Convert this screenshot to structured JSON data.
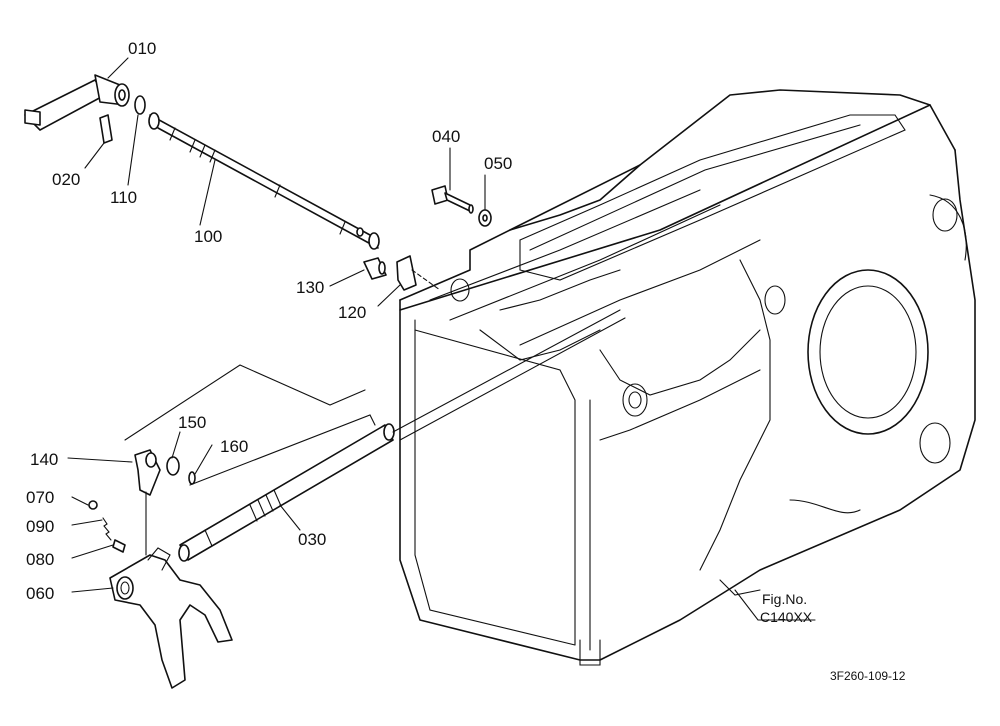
{
  "callouts": {
    "c010": "010",
    "c020": "020",
    "c110": "110",
    "c100": "100",
    "c040": "040",
    "c050": "050",
    "c130": "130",
    "c120": "120",
    "c150": "150",
    "c140": "140",
    "c160": "160",
    "c070": "070",
    "c090": "090",
    "c080": "080",
    "c060": "060",
    "c030": "030"
  },
  "figure": {
    "line1": "Fig.No.",
    "line2": "C140XX"
  },
  "drawing_code": "3F260-109-12"
}
